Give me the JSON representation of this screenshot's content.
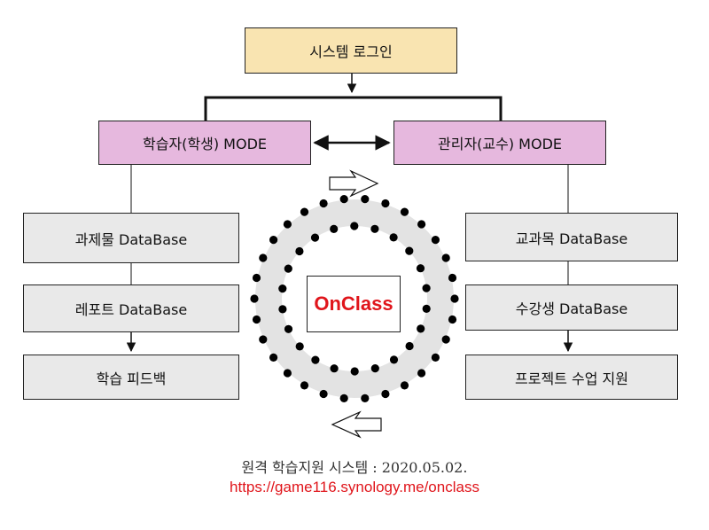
{
  "diagram": {
    "top_box": "시스템 로그인",
    "learner_mode": "학습자(학생) MODE",
    "admin_mode": "관리자(교수) MODE",
    "left_items": [
      "과제물 DataBase",
      "레포트 DataBase",
      "학습 피드백"
    ],
    "right_items": [
      "교과목 DataBase",
      "수강생 DataBase",
      "프로젝트 수업 지원"
    ],
    "center_label": "OnClass"
  },
  "footer": {
    "caption": "원격 학습지원 시스템 : 2020.05.02.",
    "url": "https://game116.synology.me/onclass"
  },
  "colors": {
    "top_box": "#f9e4b1",
    "mode_box": "#e6b8de",
    "db_box": "#e9e9e9",
    "accent_red": "#e0151b",
    "ring_gray": "#e3e3e3"
  }
}
